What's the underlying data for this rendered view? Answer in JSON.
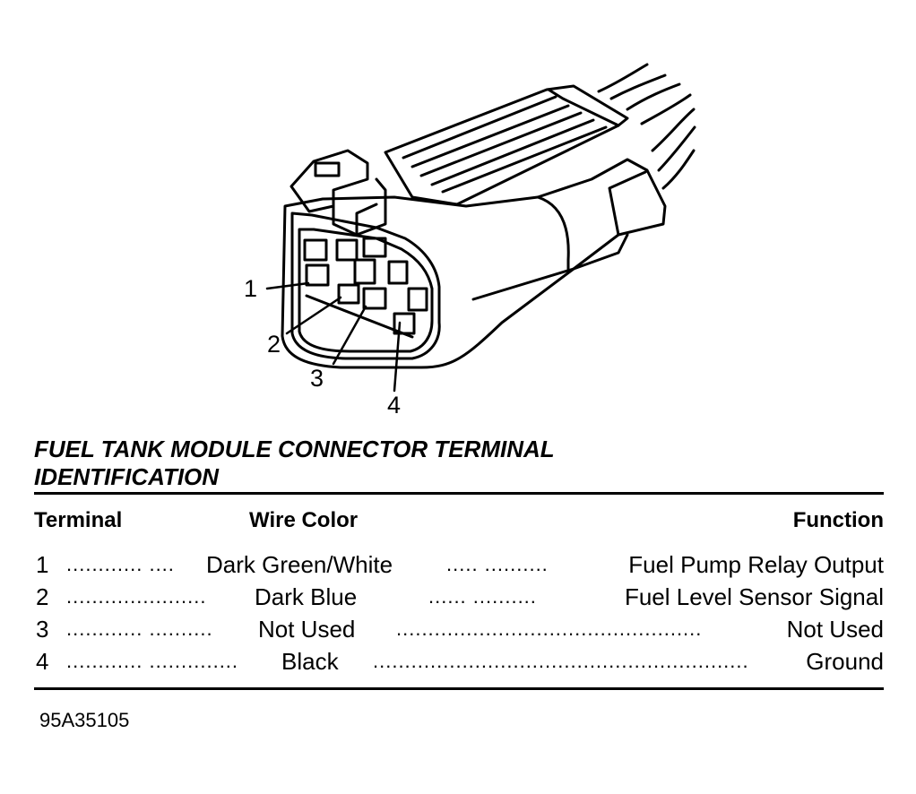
{
  "diagram": {
    "callouts": [
      "1",
      "2",
      "3",
      "4"
    ],
    "title_line1": "FUEL TANK MODULE CONNECTOR TERMINAL",
    "title_line2": "IDENTIFICATION",
    "figure_code": "95A35105"
  },
  "table": {
    "headers": {
      "terminal": "Terminal",
      "wire_color": "Wire Color",
      "function": "Function"
    },
    "rows": [
      {
        "terminal": "1",
        "lead1": "............ ....",
        "wire_color": "Dark Green/White",
        "lead2": "..... ..........",
        "function": "Fuel Pump Relay Output"
      },
      {
        "terminal": "2",
        "lead1": "......................",
        "wire_color": "Dark Blue",
        "lead2": "...... ..........",
        "function": "Fuel Level Sensor Signal"
      },
      {
        "terminal": "3",
        "lead1": "............ ..........",
        "wire_color": "Not Used",
        "lead2": "................................................",
        "function": "Not Used"
      },
      {
        "terminal": "4",
        "lead1": "............ ..............",
        "wire_color": "Black",
        "lead2": "...........................................................",
        "function": "Ground"
      }
    ]
  }
}
